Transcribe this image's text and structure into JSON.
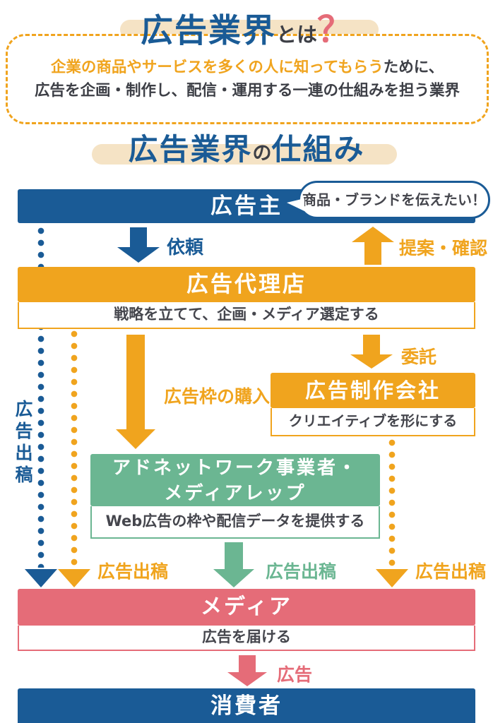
{
  "colors": {
    "blue": "#1a5b96",
    "orange": "#f0a41e",
    "green": "#6bb692",
    "pink": "#e56c78",
    "beige": "#f5e3c5",
    "dark_text": "#3d3f46"
  },
  "header": {
    "title_main": "広告業界",
    "title_suffix": "とは",
    "title_question": "？",
    "intro_highlight": "企業の商品やサービスを多くの人に知ってもらう",
    "intro_tail": "ために、",
    "intro_line2": "広告を企画・制作し、配信・運用する一連の仕組みを担う業界"
  },
  "section_title": {
    "part1": "広告業界",
    "part2": "の",
    "part3": "仕組み"
  },
  "diagram": {
    "advertiser": {
      "label": "広告主",
      "bubble": "商品・ブランドを伝えたい！"
    },
    "request_label": "依頼",
    "proposal_label": "提案・確認",
    "agency": {
      "label": "広告代理店",
      "desc": "戦略を立てて、企画・メディア選定する"
    },
    "consign_label": "委託",
    "production": {
      "label": "広告制作会社",
      "desc": "クリエイティブを形にする"
    },
    "purchase_label": "広告枠の購入",
    "adnetwork": {
      "label_line1": "アドネットワーク事業者・",
      "label_line2": "メディアレップ",
      "desc": "Web広告の枠や配信データを提供する"
    },
    "left_vertical_label": "広告出稿",
    "submission_left_label": "広告出稿",
    "submission_center_label": "広告出稿",
    "submission_right_label": "広告出稿",
    "media": {
      "label": "メディア",
      "desc": "広告を届ける"
    },
    "ad_label": "広告",
    "consumer": {
      "label": "消費者"
    }
  }
}
